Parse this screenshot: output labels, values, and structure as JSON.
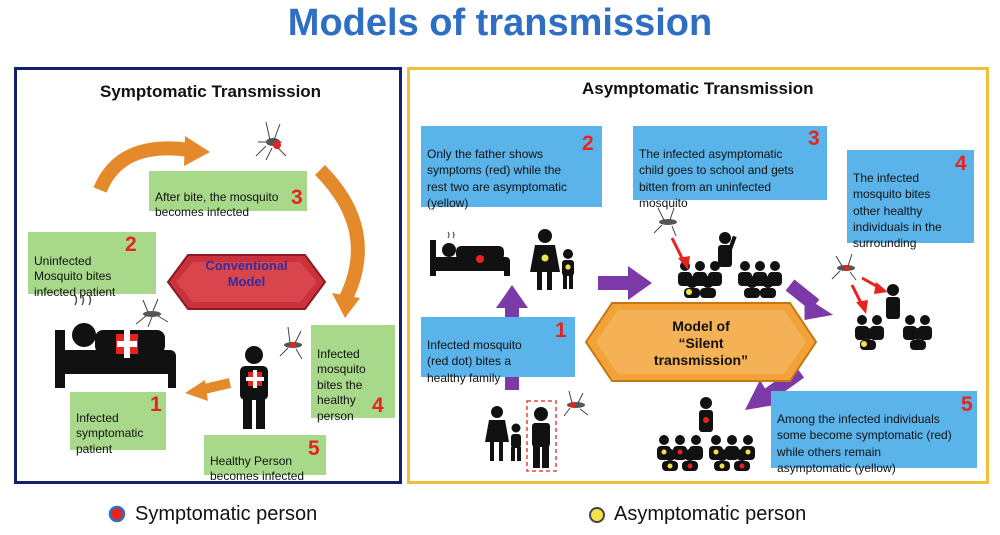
{
  "title": "Models of transmission",
  "symptomatic": {
    "heading": "Symptomatic Transmission",
    "center_label": "Conventional\nModel",
    "steps": [
      {
        "text": "Infected\nsymptomatic\npatient",
        "num": "1"
      },
      {
        "text": "Uninfected\nMosquito bites\ninfected patient",
        "num": "2"
      },
      {
        "text": "After bite, the mosquito\nbecomes infected",
        "num": "3"
      },
      {
        "text": "Infected\nmosquito\nbites the\nhealthy\nperson",
        "num": "4"
      },
      {
        "text": "Healthy Person\nbecomes infected",
        "num": "5"
      }
    ]
  },
  "asymptomatic": {
    "heading": "Asymptomatic Transmission",
    "center_label": "Model of\n“Silent\ntransmission”",
    "steps": [
      {
        "text": "Infected  mosquito\n(red dot) bites a\nhealthy family",
        "num": "1"
      },
      {
        "text": "Only the father shows\nsymptoms (red)  while the\nrest two are asymptomatic\n(yellow)",
        "num": "2"
      },
      {
        "text": "The infected asymptomatic\nchild goes to school and gets\nbitten from an uninfected\nmosquito",
        "num": "3"
      },
      {
        "text": "The infected\nmosquito bites\nother healthy\nindividuals in the\nsurrounding",
        "num": "4"
      },
      {
        "text": "Among the infected individuals\nsome become symptomatic (red)\nwhile others remain\nasymptomatic (yellow)",
        "num": "5"
      }
    ]
  },
  "legend": {
    "symptomatic": "Symptomatic person",
    "asymptomatic": "Asymptomatic person"
  },
  "colors": {
    "title": "#2e6fc4",
    "left_border": "#14206b",
    "right_border": "#f0c03a",
    "green_box": "#a8d88a",
    "blue_box": "#5ab4ea",
    "orange_arrow": "#e58a2a",
    "purple_arrow": "#7b3aa8",
    "symptomatic_dot": "#e8231e",
    "asymptomatic_dot": "#f2e24a"
  }
}
